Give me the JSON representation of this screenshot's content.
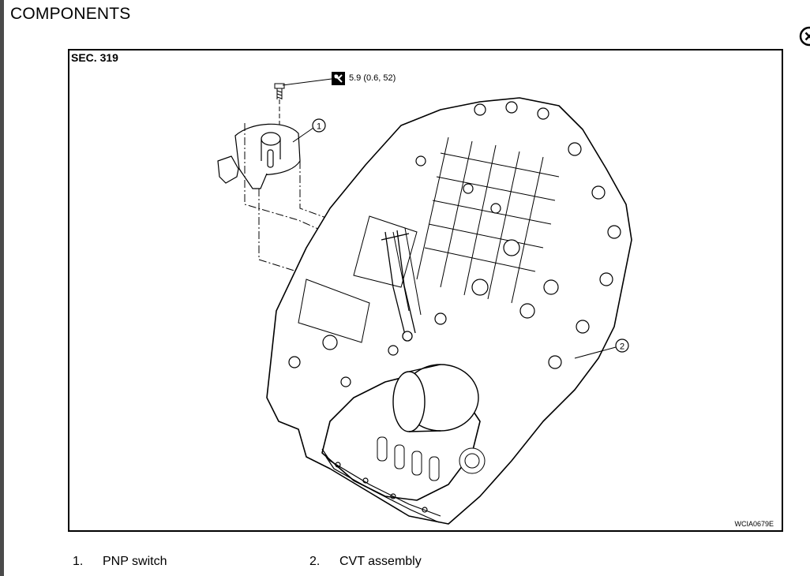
{
  "page": {
    "title": "COMPONENTS"
  },
  "figure": {
    "section": "SEC. 319",
    "torque": "5.9 (0.6, 52)",
    "code": "WCIA0679E",
    "callouts": [
      "1",
      "2"
    ]
  },
  "legend": [
    {
      "number": "1.",
      "label": "PNP switch"
    },
    {
      "number": "2.",
      "label": "CVT assembly"
    }
  ],
  "icons": {
    "close": "close-circle-icon",
    "torque": "torque-wrench-icon"
  },
  "colors": {
    "ink": "#000000",
    "sidebar": "#4a4a4a",
    "background": "#ffffff"
  }
}
